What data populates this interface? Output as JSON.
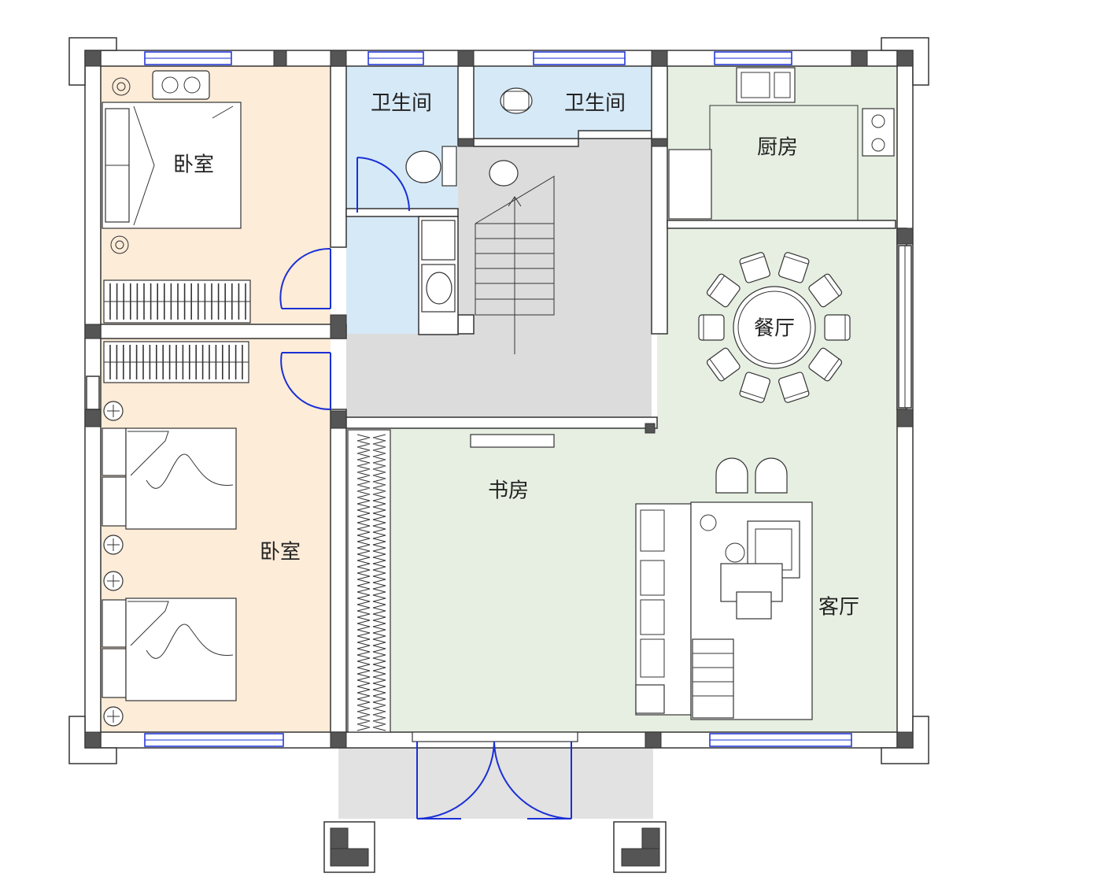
{
  "colors": {
    "bedroom": "#fdecd8",
    "bathroom": "#d6e9f7",
    "living": "#e6efe1",
    "hall": "#dcdcdc",
    "balcony": "#e2e2e2",
    "wall": "#ffffff",
    "column": "#555555",
    "window": "#1a2fd6"
  },
  "rooms": {
    "bedroom_top": "卧室",
    "bathroom_left": "卫生间",
    "bathroom_right": "卫生间",
    "kitchen": "厨房",
    "dining": "餐厅",
    "study": "书房",
    "bedroom_bottom": "卧室",
    "living": "客厅"
  }
}
